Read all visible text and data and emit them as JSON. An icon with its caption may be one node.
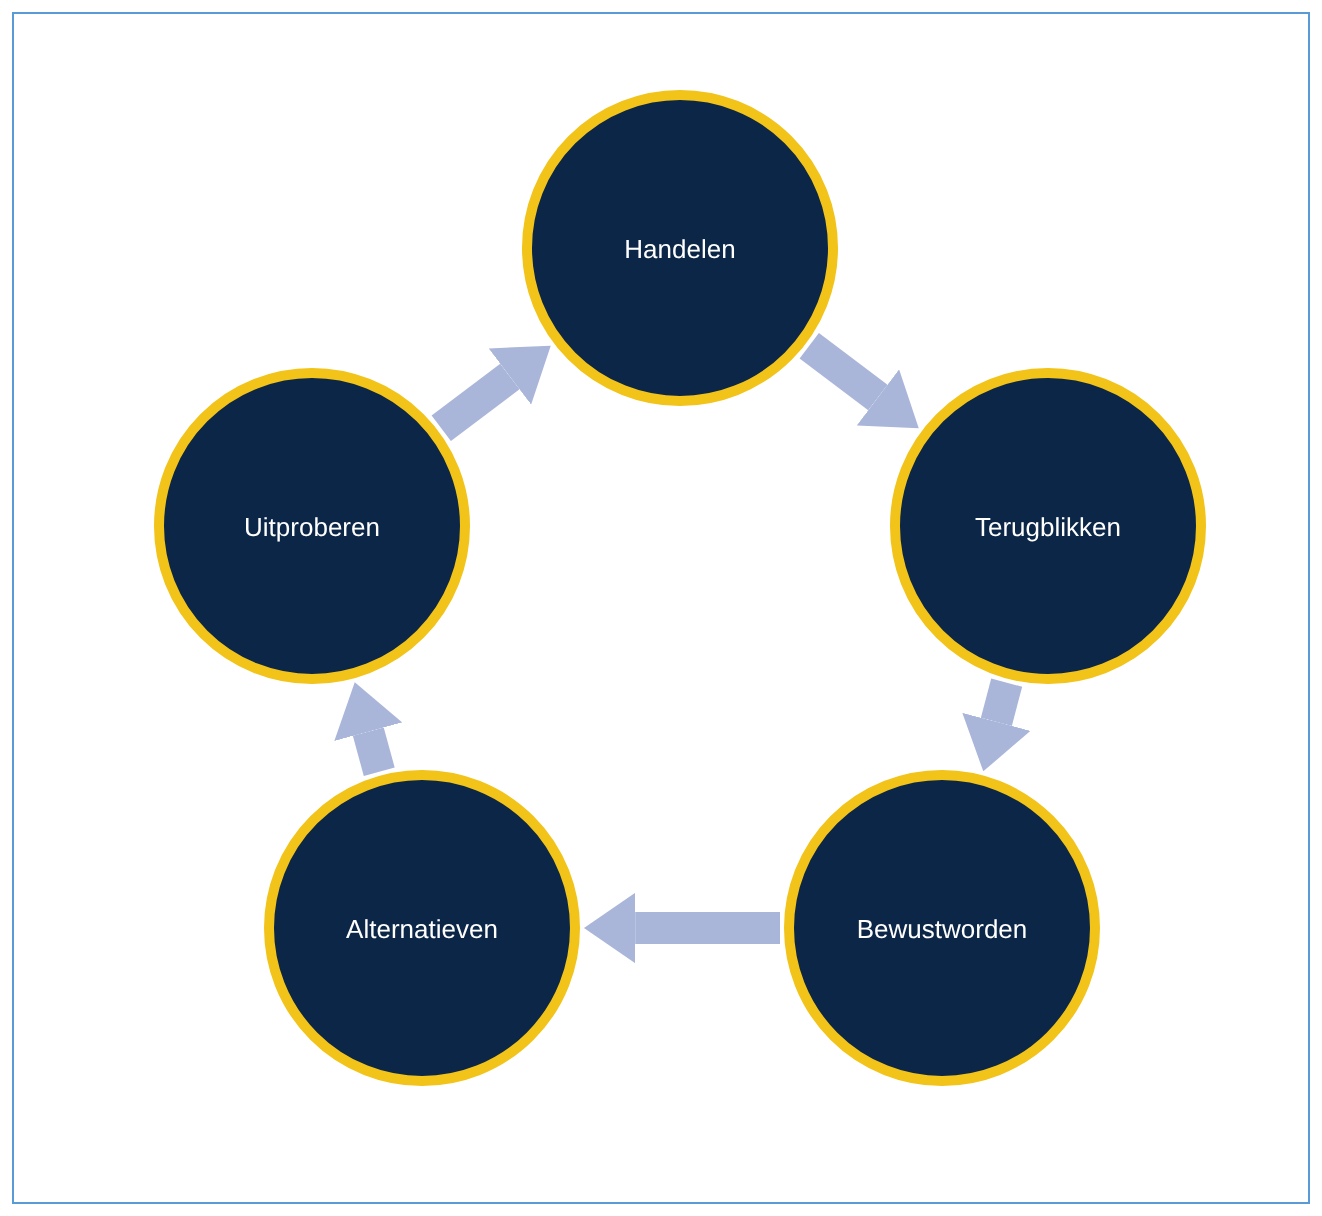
{
  "diagram": {
    "nodes": [
      {
        "text": [
          "Handelen"
        ]
      },
      {
        "text": [
          "Terugblikken"
        ]
      },
      {
        "text": [
          "Bewustworden"
        ]
      },
      {
        "text": [
          "Alternatieven"
        ]
      },
      {
        "text": [
          "Uitproberen"
        ]
      }
    ],
    "edges": [
      {
        "from": 0,
        "to": 1,
        "arrow": "to"
      },
      {
        "from": 1,
        "to": 2,
        "arrow": "to"
      },
      {
        "from": 2,
        "to": 3,
        "arrow": "to"
      },
      {
        "from": 3,
        "to": 4,
        "arrow": "to"
      },
      {
        "from": 4,
        "to": 0,
        "arrow": "to"
      }
    ]
  }
}
